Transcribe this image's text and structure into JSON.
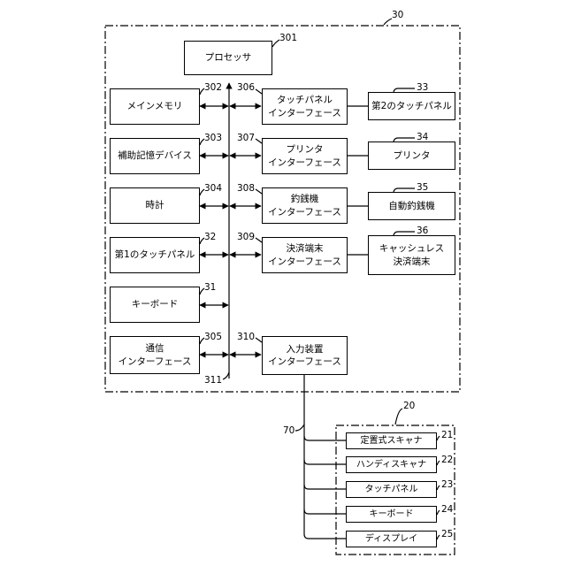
{
  "system": {
    "ref": "30"
  },
  "processor": {
    "label": "プロセッサ",
    "ref": "301"
  },
  "bus": {
    "ref": "311"
  },
  "left_blocks": [
    {
      "label": "メインメモリ",
      "ref": "302"
    },
    {
      "label": "補助記憶デバイス",
      "ref": "303"
    },
    {
      "label": "時計",
      "ref": "304"
    },
    {
      "label": "第1のタッチパネル",
      "ref": "32"
    },
    {
      "label": "キーボード",
      "ref": "31"
    },
    {
      "label": "通信\nインターフェース",
      "ref": "305"
    }
  ],
  "interfaces": [
    {
      "label": "タッチパネル\nインターフェース",
      "ref": "306"
    },
    {
      "label": "プリンタ\nインターフェース",
      "ref": "307"
    },
    {
      "label": "釣銭機\nインターフェース",
      "ref": "308"
    },
    {
      "label": "決済端末\nインターフェース",
      "ref": "309"
    },
    {
      "label": "入力装置\nインターフェース",
      "ref": "310"
    }
  ],
  "external_devices": [
    {
      "label": "第2のタッチパネル",
      "ref": "33"
    },
    {
      "label": "プリンタ",
      "ref": "34"
    },
    {
      "label": "自動釣銭機",
      "ref": "35"
    },
    {
      "label": "キャッシュレス\n決済端末",
      "ref": "36"
    }
  ],
  "cable": {
    "ref": "70"
  },
  "input_unit": {
    "ref": "20",
    "devices": [
      {
        "label": "定置式スキャナ",
        "ref": "21"
      },
      {
        "label": "ハンディスキャナ",
        "ref": "22"
      },
      {
        "label": "タッチパネル",
        "ref": "23"
      },
      {
        "label": "キーボード",
        "ref": "24"
      },
      {
        "label": "ディスプレイ",
        "ref": "25"
      }
    ]
  }
}
